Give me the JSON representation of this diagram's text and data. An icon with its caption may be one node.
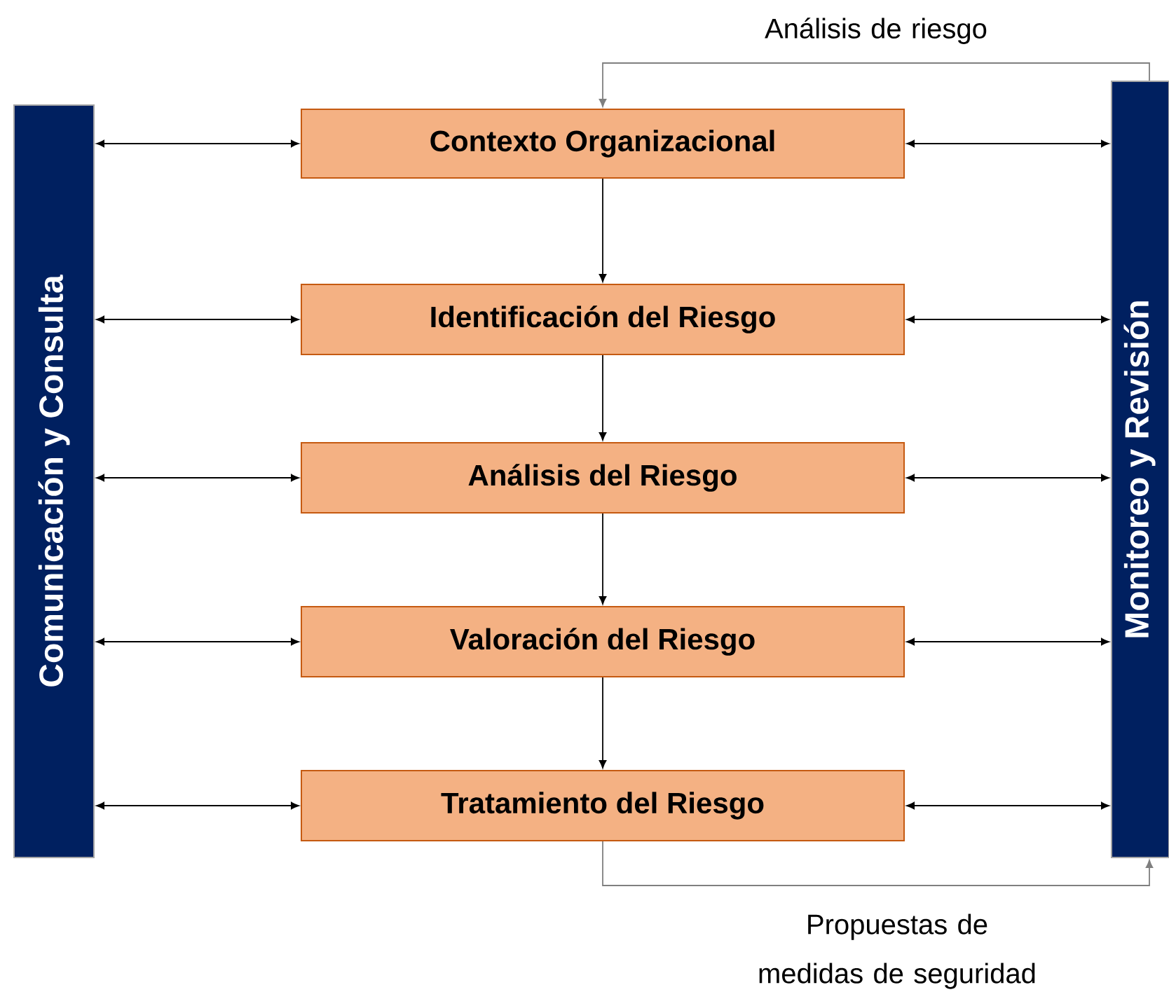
{
  "diagram": {
    "nodes": [
      {
        "text": [
          "Comunicación y Consulta"
        ]
      },
      {
        "text": [
          "Contexto Organizacional"
        ]
      },
      {
        "text": [
          "Identificación del Riesgo"
        ]
      },
      {
        "text": [
          "Análisis del Riesgo"
        ]
      },
      {
        "text": [
          "Valoración del Riesgo"
        ]
      },
      {
        "text": [
          "Tratamiento del Riesgo"
        ]
      },
      {
        "text": [
          "Monitoreo y Revisión"
        ]
      }
    ],
    "edges": [
      {
        "from": 0,
        "to": 1,
        "arrow": "both"
      },
      {
        "from": 0,
        "to": 2,
        "arrow": "both"
      },
      {
        "from": 0,
        "to": 3,
        "arrow": "both"
      },
      {
        "from": 0,
        "to": 4,
        "arrow": "both"
      },
      {
        "from": 0,
        "to": 5,
        "arrow": "both"
      },
      {
        "from": 1,
        "to": 6,
        "arrow": "both"
      },
      {
        "from": 2,
        "to": 6,
        "arrow": "both"
      },
      {
        "from": 3,
        "to": 6,
        "arrow": "both"
      },
      {
        "from": 4,
        "to": 6,
        "arrow": "both"
      },
      {
        "from": 5,
        "to": 6,
        "arrow": "both"
      },
      {
        "from": 1,
        "to": 2,
        "arrow": "to"
      },
      {
        "from": 2,
        "to": 3,
        "arrow": "to"
      },
      {
        "from": 3,
        "to": 4,
        "arrow": "to"
      },
      {
        "from": 4,
        "to": 5,
        "arrow": "to"
      },
      {
        "from": 6,
        "to": 1,
        "arrow": "to",
        "label": "Análisis de riesgo",
        "color": "#7f7f7f"
      },
      {
        "from": 5,
        "to": 6,
        "arrow": "to",
        "label": "Propuestas de medidas de seguridad",
        "color": "#7f7f7f"
      }
    ]
  }
}
